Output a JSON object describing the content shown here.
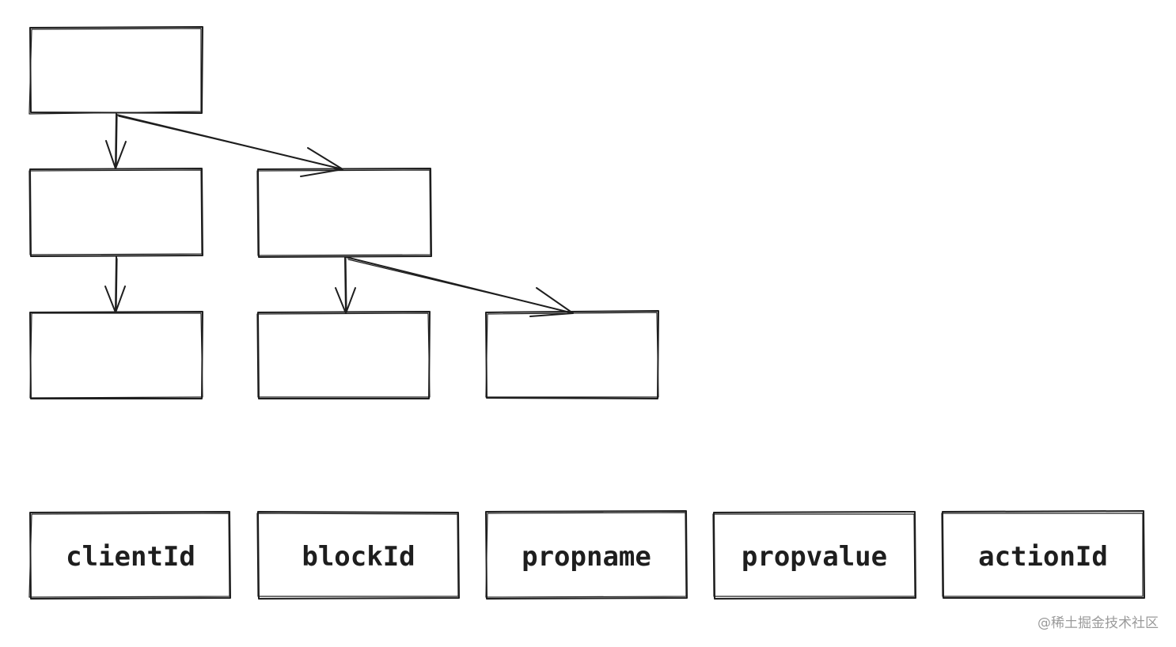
{
  "diagram": {
    "fields": [
      {
        "label": "clientId"
      },
      {
        "label": "blockId"
      },
      {
        "label": "propname"
      },
      {
        "label": "propvalue"
      },
      {
        "label": "actionId"
      }
    ]
  },
  "watermark": "@稀土掘金技术社区",
  "colors": {
    "stroke": "#1e1e1e",
    "watermark": "#9a9a9a",
    "background": "#ffffff"
  }
}
